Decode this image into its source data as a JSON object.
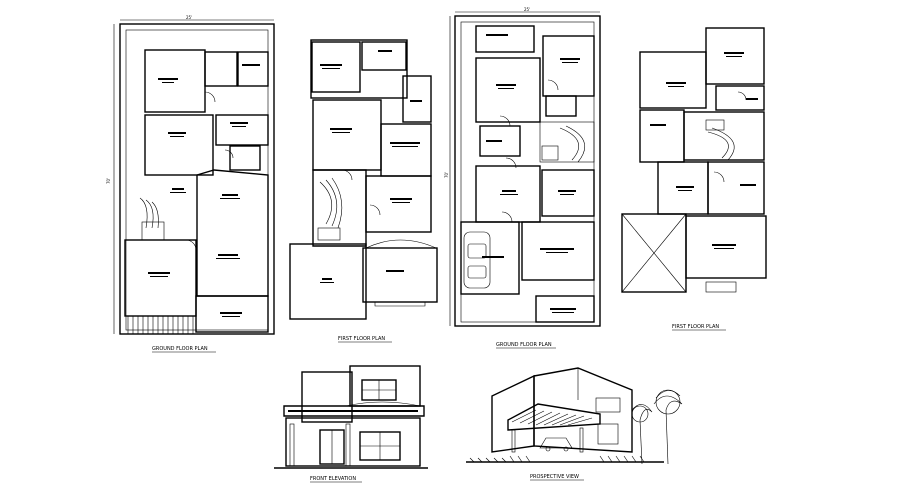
{
  "captions": {
    "plan1": "GROUND FLOOR PLAN",
    "plan2": "FIRST FLOOR PLAN",
    "plan3": "GROUND FLOOR PLAN",
    "plan4": "FIRST FLOOR PLAN",
    "elevation": "FRONT ELEVATION",
    "perspective": "PROSPECTIVE VIEW"
  },
  "dimensions": {
    "plan1_width": "25'",
    "plan1_depth": "70'",
    "plan3_width": "25'",
    "plan3_depth": "70'"
  },
  "line_color": "#000000",
  "background": "#ffffff"
}
